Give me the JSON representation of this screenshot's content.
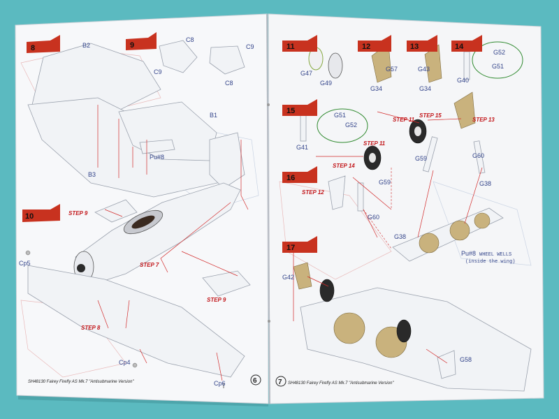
{
  "left_page": {
    "steps": [
      {
        "id": "s8",
        "number": "8",
        "parts": [
          "B2",
          "B3",
          "Pu#8"
        ]
      },
      {
        "id": "s9",
        "number": "9",
        "parts": [
          "C8",
          "C9",
          "C8",
          "C9",
          "B1"
        ]
      },
      {
        "id": "s10",
        "number": "10",
        "parts": [
          "Cp5",
          "Cp4",
          "Cp6"
        ]
      }
    ],
    "callouts": [
      "STEP 9",
      "STEP 7",
      "STEP 9",
      "STEP 8"
    ],
    "footer": "SH48130 Fairey Firefly AS Mk.7 \"Antisubmarine Version\"",
    "page_number": "6"
  },
  "right_page": {
    "steps": [
      {
        "id": "s11",
        "number": "11",
        "parts": [
          "G47",
          "G49"
        ]
      },
      {
        "id": "s12",
        "number": "12",
        "parts": [
          "G57",
          "G34"
        ]
      },
      {
        "id": "s13",
        "number": "13",
        "parts": [
          "G43",
          "G34"
        ]
      },
      {
        "id": "s14",
        "number": "14",
        "parts": [
          "G52",
          "G51",
          "G40"
        ]
      },
      {
        "id": "s15",
        "number": "15",
        "parts": [
          "G51",
          "G52",
          "G41"
        ]
      },
      {
        "id": "s16",
        "number": "16",
        "parts": [
          "G59",
          "G60",
          "G38",
          "G60",
          "G59",
          "G38"
        ]
      },
      {
        "id": "s17",
        "number": "17",
        "parts": [
          "G42",
          "G58"
        ]
      }
    ],
    "callouts": [
      "STEP 11",
      "STEP 15",
      "STEP 13",
      "STEP 11",
      "STEP 14",
      "STEP 12"
    ],
    "note_part": "Pu#8",
    "note_line1": "WHEEL WELLS",
    "note_line2": "(inside the wing)",
    "footer": "SH48130 Fairey Firefly AS Mk.7 \"Antisubmarine Version\"",
    "page_number": "7"
  },
  "colors": {
    "background": "#5bbac0",
    "step_badge": "#c8321f",
    "callout": "#c2161a",
    "part_label": "#33448a",
    "tan_part": "#c9b27d"
  }
}
